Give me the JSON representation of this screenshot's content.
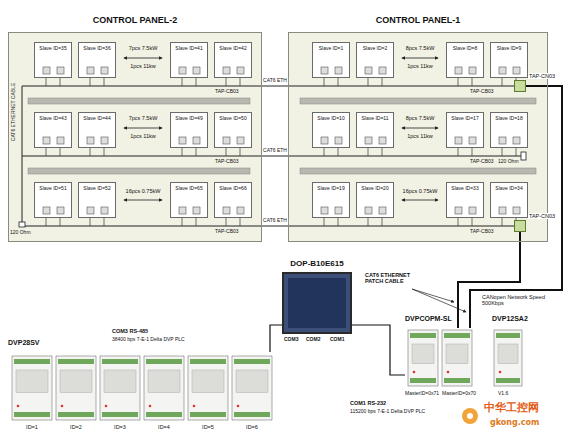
{
  "diagram": {
    "nodes": [
      {
        "text": [
          "CONTROL PANEL-2"
        ]
      },
      {
        "text": [
          "CONTROL PANEL-1"
        ]
      },
      {
        "text": [
          "Slave ID=35"
        ],
        "in": 0
      },
      {
        "text": [
          "Slave ID=36"
        ],
        "in": 0
      },
      {
        "text": [
          "Slave ID=41"
        ],
        "in": 0
      },
      {
        "text": [
          "Slave ID=42"
        ],
        "in": 0
      },
      {
        "text": [
          "Slave ID=43"
        ],
        "in": 0
      },
      {
        "text": [
          "Slave ID=44"
        ],
        "in": 0
      },
      {
        "text": [
          "Slave ID=49"
        ],
        "in": 0
      },
      {
        "text": [
          "Slave ID=50"
        ],
        "in": 0
      },
      {
        "text": [
          "Slave ID=51"
        ],
        "in": 0
      },
      {
        "text": [
          "Slave ID=52"
        ],
        "in": 0
      },
      {
        "text": [
          "Slave ID=65"
        ],
        "in": 0
      },
      {
        "text": [
          "Slave ID=66"
        ],
        "in": 0
      },
      {
        "text": [
          "Slave ID=1"
        ],
        "in": 1
      },
      {
        "text": [
          "Slave ID=2"
        ],
        "in": 1
      },
      {
        "text": [
          "Slave ID=8"
        ],
        "in": 1
      },
      {
        "text": [
          "Slave ID=9"
        ],
        "in": 1
      },
      {
        "text": [
          "Slave ID=10"
        ],
        "in": 1
      },
      {
        "text": [
          "Slave ID=11"
        ],
        "in": 1
      },
      {
        "text": [
          "Slave ID=17"
        ],
        "in": 1
      },
      {
        "text": [
          "Slave ID=18"
        ],
        "in": 1
      },
      {
        "text": [
          "Slave ID=19"
        ],
        "in": 1
      },
      {
        "text": [
          "Slave ID=20"
        ],
        "in": 1
      },
      {
        "text": [
          "Slave ID=33"
        ],
        "in": 1
      },
      {
        "text": [
          "Slave ID=34"
        ],
        "in": 1
      },
      {
        "text": [
          "TAP-CN03"
        ],
        "in": 1
      },
      {
        "text": [
          "TAP-CN03"
        ],
        "in": 1
      },
      {
        "text": [
          "DOP-B10E615"
        ]
      },
      {
        "text": [
          "DVPCOPM-SL"
        ]
      },
      {
        "text": [
          "DVP12SA2"
        ]
      },
      {
        "text": [
          "DVP28SV"
        ]
      }
    ],
    "edges": [
      {
        "from": 26,
        "to": 29,
        "arrow": "none"
      },
      {
        "from": 27,
        "to": 29,
        "arrow": "none"
      },
      {
        "from": 28,
        "to": 31,
        "arrow": "none"
      },
      {
        "from": 28,
        "to": 29,
        "arrow": "none"
      }
    ],
    "labels": [
      "CAT6 ETHERNET CABLE",
      "7pcs 7.5kW",
      "1pcs 11kw",
      "7pcs 7.5kW",
      "1pcs 11kw",
      "16pcs 0.75kW",
      "8pcs 7.5kW",
      "1pcs 11kw",
      "8pcs 7.5kW",
      "1pcs 11kw",
      "16pcs 0.75kW",
      "TAP-CB03",
      "TAP-CB03",
      "TAP-CB03",
      "TAP-CB03",
      "TAP-CB03",
      "TAP-CB03",
      "120 Ohm",
      "120 Ohm",
      "CAT6 ETH",
      "CAT6 ETH",
      "CAT6 ETH",
      "CAT6 ETHERNET PATCH CABLE",
      "CANopen Network Speed 500Kbps",
      "COM3",
      "COM2",
      "COM1",
      "MasterID=0x71",
      "MasterID=0x70",
      "V1.6",
      "COM3 RS-485",
      "38400 bps 7-E-1 Delta DVP PLC",
      "ID=1",
      "ID=2",
      "ID=3",
      "ID=4",
      "ID=5",
      "ID=6",
      "COM1 RS-232",
      "115200 bps 7-E-1 Delta DVP PLC",
      "中华工控网",
      "gkong.com"
    ]
  }
}
